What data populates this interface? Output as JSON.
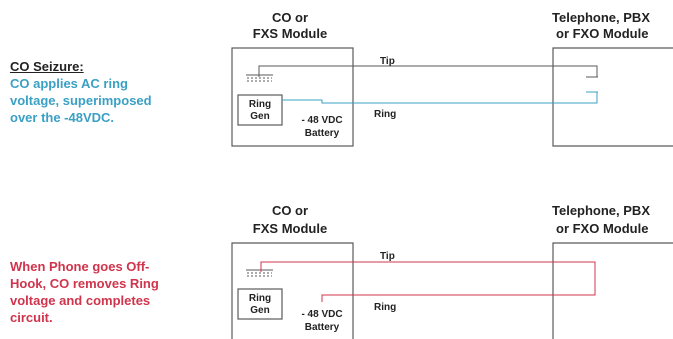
{
  "colors": {
    "line": "#5a5a5a",
    "blue": "#3aa0c4",
    "red": "#d0344c",
    "text": "#222222"
  },
  "panel_top": {
    "left_label": "CO or",
    "left_label2": "FXS Module",
    "right_label": "Telephone, PBX",
    "right_label2": "or FXO Module",
    "desc_title": "CO Seizure:",
    "desc_lines": [
      "CO applies AC ring",
      "voltage, superimposed",
      "over the -48VDC."
    ],
    "tip": "Tip",
    "ring": "Ring",
    "ring_gen": "Ring",
    "ring_gen2": "Gen",
    "battery": "- 48 VDC",
    "battery2": "Battery"
  },
  "panel_bottom": {
    "left_label": "CO or",
    "left_label2": "FXS Module",
    "right_label": "Telephone, PBX",
    "right_label2": "or FXO Module",
    "desc_lines": [
      "When Phone goes Off-",
      "Hook, CO removes Ring",
      "voltage and completes",
      "circuit."
    ],
    "tip": "Tip",
    "ring": "Ring",
    "ring_gen": "Ring",
    "ring_gen2": "Gen",
    "battery": "- 48 VDC",
    "battery2": "Battery"
  }
}
